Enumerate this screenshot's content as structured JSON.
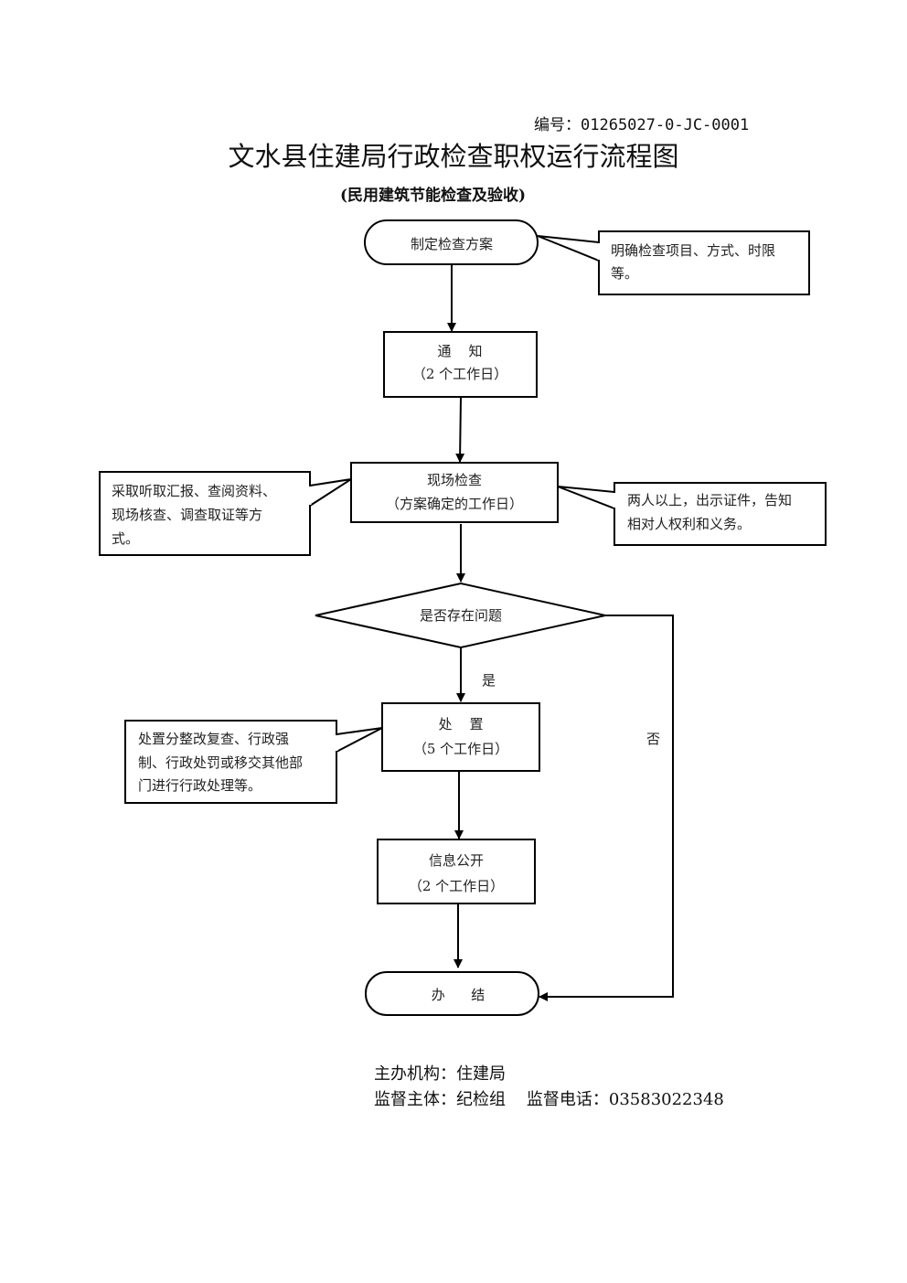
{
  "header": {
    "doc_number": "编号：01265027-0-JC-0001",
    "title": "文水县住建局行政检查职权运行流程图",
    "subtitle": "(民用建筑节能检查及验收)"
  },
  "nodes": {
    "start": {
      "line1": "制定检查方案"
    },
    "notify": {
      "line1": "通    知",
      "line2": "（2 个工作日）"
    },
    "inspect": {
      "line1": "现场检查",
      "line2": "（方案确定的工作日）"
    },
    "decision": {
      "line1": "是否存在问题"
    },
    "handle": {
      "line1": "处    置",
      "line2": "（5 个工作日）"
    },
    "publish": {
      "line1": "信息公开",
      "line2": "（2 个工作日）"
    },
    "end": {
      "line1": "办      结"
    }
  },
  "notes": {
    "plan_note": [
      "明确检查项目、方式、时限",
      "等。"
    ],
    "inspect_left_note": [
      "采取听取汇报、查阅资料、",
      "现场核查、调查取证等方",
      "式。"
    ],
    "inspect_right_note": [
      "两人以上，出示证件，告知",
      "相对人权利和义务。"
    ],
    "handle_note": [
      "处置分整改复查、行政强",
      "制、行政处罚或移交其他部",
      "门进行行政处理等。"
    ]
  },
  "branch_labels": {
    "yes": "是",
    "no": "否"
  },
  "footer": {
    "line1": "主办机构：住建局",
    "line2": "监督主体：纪检组    监督电话：03583022348"
  }
}
